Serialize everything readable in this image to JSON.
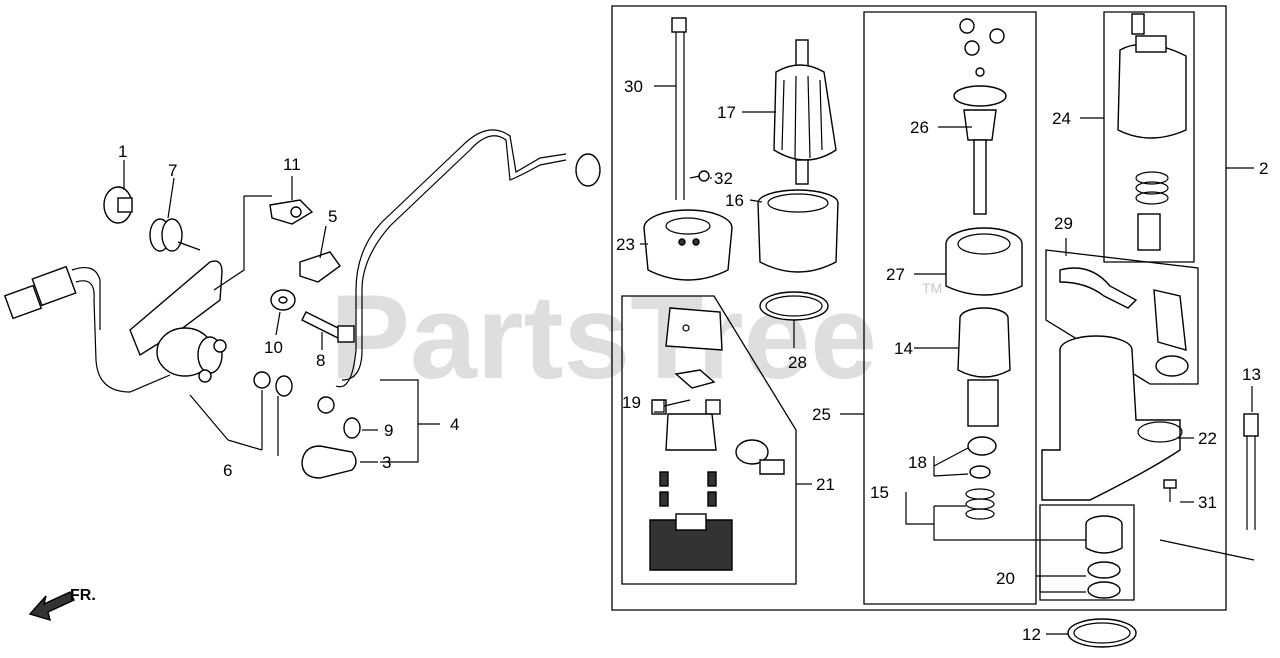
{
  "watermark": {
    "text": "PartsTree",
    "tm": "TM"
  },
  "direction": {
    "label": "FR."
  },
  "callouts": {
    "c1": "1",
    "c2": "2",
    "c3": "3",
    "c4": "4",
    "c5": "5",
    "c6": "6",
    "c7": "7",
    "c8": "8",
    "c9": "9",
    "c10": "10",
    "c11": "11",
    "c12": "12",
    "c13": "13",
    "c14": "14",
    "c15": "15",
    "c16": "16",
    "c17": "17",
    "c18": "18",
    "c19": "19",
    "c20": "20",
    "c21": "21",
    "c22": "22",
    "c23": "23",
    "c24": "24",
    "c25": "25",
    "c26": "26",
    "c27": "27",
    "c28": "28",
    "c29": "29",
    "c30": "30",
    "c31": "31",
    "c32": "32"
  }
}
